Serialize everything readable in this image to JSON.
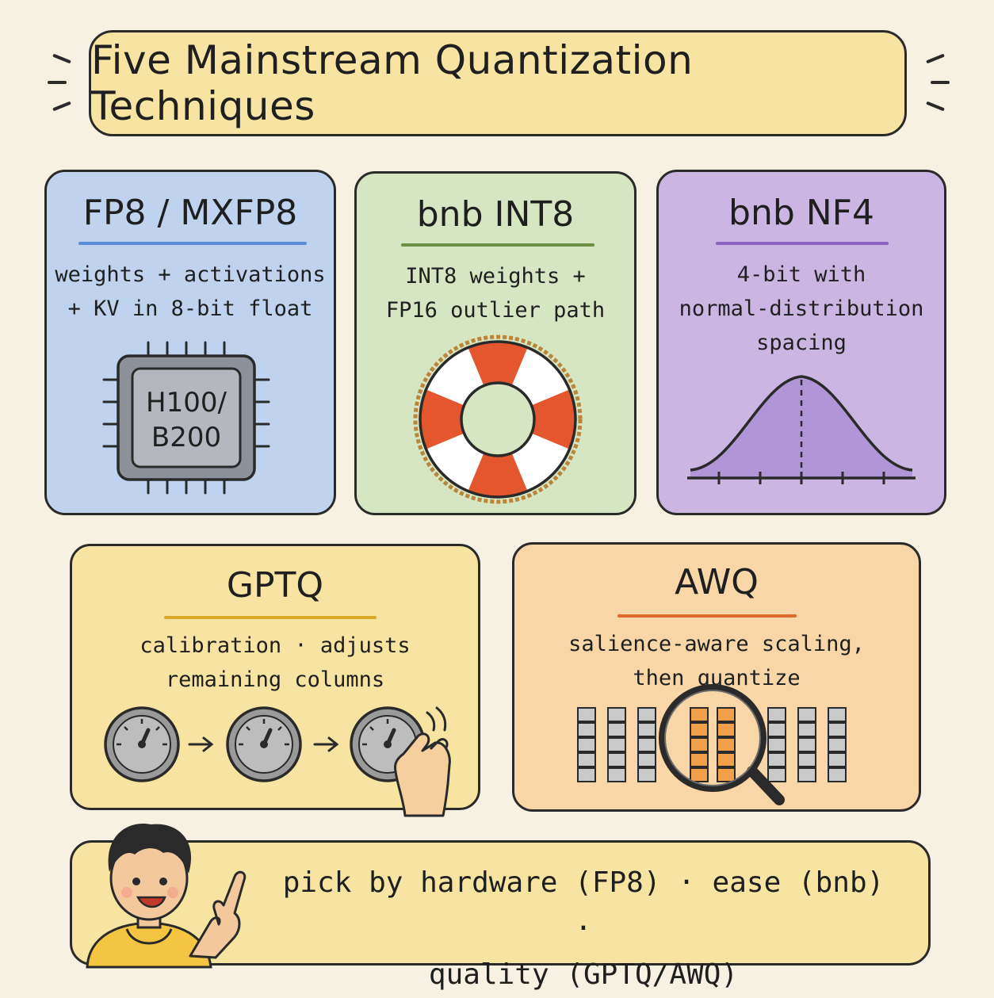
{
  "title": "Five Mainstream Quantization Techniques",
  "cards": {
    "fp8": {
      "heading": "FP8 / MXFP8",
      "desc_line1": "weights + activations",
      "desc_line2": "+ KV in 8-bit float",
      "chip_line1": "H100/",
      "chip_line2": "B200",
      "icon": "gpu-chip-icon"
    },
    "int8": {
      "heading": "bnb INT8",
      "desc_line1": "INT8 weights +",
      "desc_line2": "FP16 outlier path",
      "icon": "life-ring-icon"
    },
    "nf4": {
      "heading": "bnb NF4",
      "desc_line1": "4-bit with",
      "desc_line2": "normal-distribution",
      "desc_line3": "spacing",
      "icon": "normal-distribution-curve-icon"
    },
    "gptq": {
      "heading": "GPTQ",
      "desc_line1": "calibration · adjusts",
      "desc_line2": "remaining columns",
      "icon": "dial-sequence-icon"
    },
    "awq": {
      "heading": "AWQ",
      "desc_line1": "salience-aware scaling,",
      "desc_line2": "then quantize",
      "icon": "magnifier-over-columns-icon"
    }
  },
  "footer": {
    "line1": "pick by hardware (FP8) · ease (bnb) ·",
    "line2": "quality (GPTQ/AWQ)",
    "icon": "pointing-person-icon"
  },
  "colors": {
    "background": "#f7f1e3",
    "fp8": "#bfd3ef",
    "int8": "#d7e6c2",
    "nf4": "#cbb6e3",
    "gptq": "#f8e4a2",
    "awq": "#f8d6a8",
    "life_ring_red": "#e4572e"
  }
}
